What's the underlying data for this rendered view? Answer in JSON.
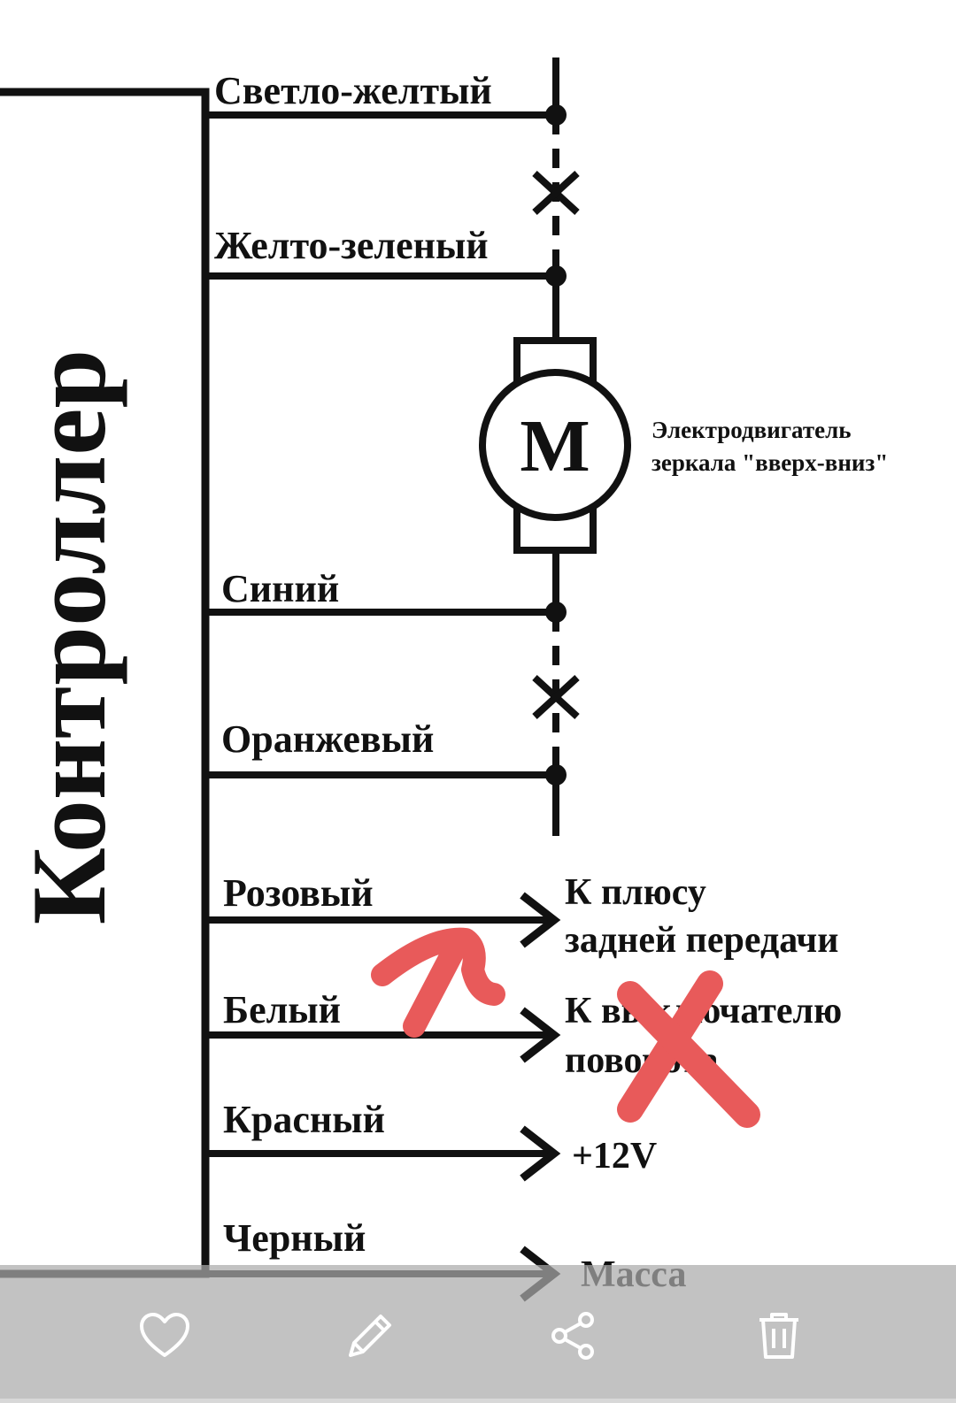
{
  "diagram": {
    "controller_label": "Контроллер",
    "wires": [
      {
        "label": "Светло-желтый"
      },
      {
        "label": "Желто-зеленый"
      },
      {
        "label": "Синий"
      },
      {
        "label": "Оранжевый"
      },
      {
        "label": "Розовый",
        "dest": [
          "К плюсу",
          "задней передачи"
        ]
      },
      {
        "label": "Белый",
        "dest": [
          "К выключателю",
          "поворота"
        ]
      },
      {
        "label": "Красный",
        "dest": [
          "+12V"
        ]
      },
      {
        "label": "Черный",
        "dest": [
          "Масса"
        ]
      }
    ],
    "motor": {
      "letter": "M",
      "caption": [
        "Электродвигатель",
        "зеркала \"вверх-вниз\""
      ]
    }
  },
  "annotations": {
    "marker_color": "#e85a5a",
    "marks": [
      "arrow-mark",
      "cross-mark"
    ]
  },
  "toolbar": {
    "buttons": [
      {
        "name": "like",
        "icon": "heart-icon"
      },
      {
        "name": "edit",
        "icon": "pencil-icon"
      },
      {
        "name": "share",
        "icon": "share-icon"
      },
      {
        "name": "delete",
        "icon": "trash-icon"
      }
    ],
    "icon_color": "#ffffff"
  }
}
